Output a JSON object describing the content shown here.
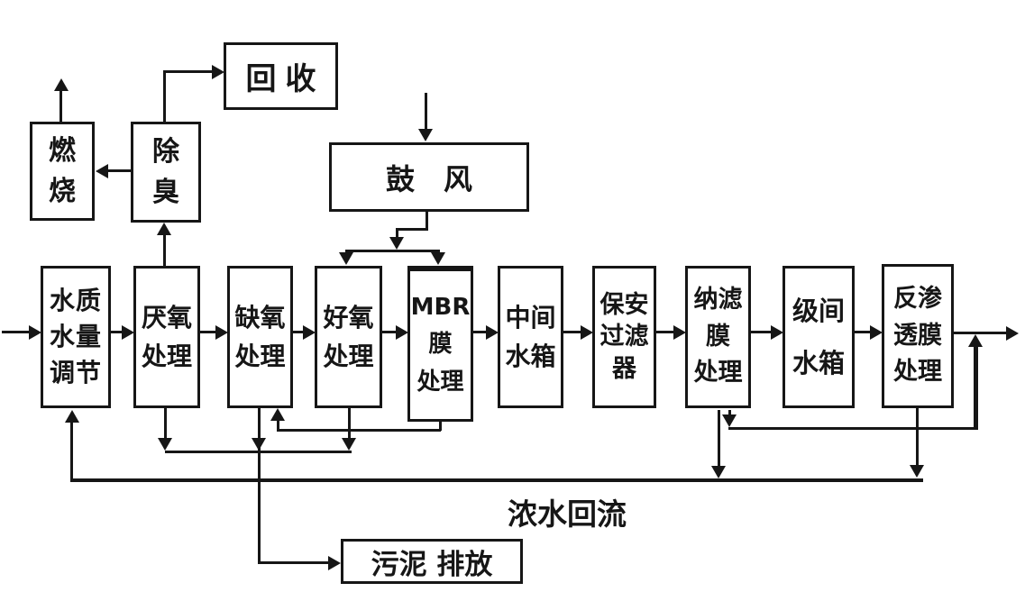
{
  "colors": {
    "ink": "#161616",
    "background": "#ffffff"
  },
  "boxes": {
    "ranshao": {
      "label": "燃\n烧"
    },
    "chuchou": {
      "label": "除\n臭"
    },
    "huishou": {
      "label": "回收"
    },
    "gufeng": {
      "label": "鼓　风"
    },
    "tiaojie": {
      "label": "水质\n水量\n调节"
    },
    "yanyang": {
      "label": "厌氧\n处理"
    },
    "queyang": {
      "label": "缺氧\n处理"
    },
    "haoyang": {
      "label": "好氧\n处理"
    },
    "mbr": {
      "label": "MBR\n膜\n处理"
    },
    "zhongjian": {
      "label": "中间\n水箱"
    },
    "baoan": {
      "label": "保安\n过滤\n器"
    },
    "nalv": {
      "label": "纳滤\n膜\n处理"
    },
    "jijian": {
      "label": "级间\n水箱"
    },
    "fanshentou": {
      "label": "反渗\n透膜\n处理"
    },
    "wuni": {
      "label": "污泥 排放"
    }
  },
  "labels": {
    "concentrate_return": "浓水回流"
  },
  "edges": [
    {
      "from": "inlet",
      "to": "tiaojie"
    },
    {
      "from": "tiaojie",
      "to": "yanyang"
    },
    {
      "from": "yanyang",
      "to": "queyang"
    },
    {
      "from": "queyang",
      "to": "haoyang"
    },
    {
      "from": "haoyang",
      "to": "mbr"
    },
    {
      "from": "mbr",
      "to": "zhongjian"
    },
    {
      "from": "zhongjian",
      "to": "baoan"
    },
    {
      "from": "baoan",
      "to": "nalv"
    },
    {
      "from": "nalv",
      "to": "jijian"
    },
    {
      "from": "jijian",
      "to": "fanshentou"
    },
    {
      "from": "fanshentou",
      "to": "outlet"
    },
    {
      "from": "yanyang",
      "to": "chuchou"
    },
    {
      "from": "chuchou",
      "to": "ranshao"
    },
    {
      "from": "chuchou",
      "to": "huishou"
    },
    {
      "from": "ranshao",
      "to": "exhaust"
    },
    {
      "from": "air-inlet",
      "to": "gufeng"
    },
    {
      "from": "gufeng",
      "to": "haoyang"
    },
    {
      "from": "gufeng",
      "to": "mbr"
    },
    {
      "from": "mbr",
      "to": "queyang"
    },
    {
      "from": "yanyang",
      "to": "wuni"
    },
    {
      "from": "queyang",
      "to": "wuni"
    },
    {
      "from": "haoyang",
      "to": "wuni"
    },
    {
      "from": "nalv",
      "to": "outlet"
    },
    {
      "from": "nalv",
      "to": "tiaojie",
      "label": "浓水回流"
    },
    {
      "from": "fanshentou",
      "to": "tiaojie",
      "label": "浓水回流"
    }
  ]
}
